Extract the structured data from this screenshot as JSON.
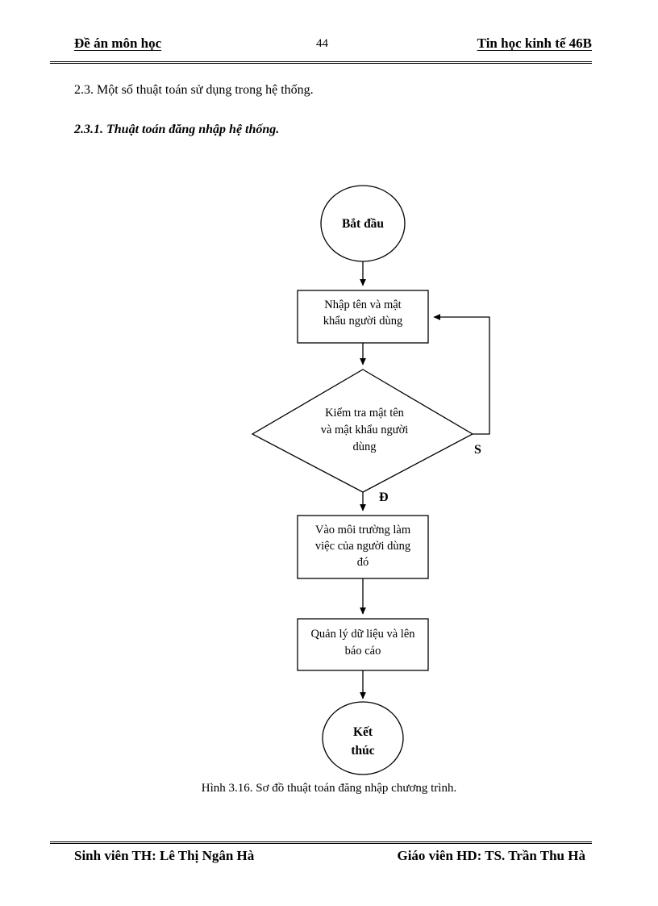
{
  "header": {
    "left_text": "Đề án môn học",
    "page_number": "44",
    "right_text": "Tin học kinh tế 46B"
  },
  "body": {
    "section_23": "2.3. Một số thuật toán sử dụng trong hệ thống.",
    "section_231": "2.3.1. Thuật toán đăng nhập hệ thống."
  },
  "flowchart": {
    "start": {
      "label": "Bắt đầu"
    },
    "input_box": {
      "line1": "Nhập tên và mật",
      "line2": "khẩu người dùng"
    },
    "decision": {
      "line1": "Kiểm tra mật tên",
      "line2": "và mật khẩu người",
      "line3": "dùng"
    },
    "branch_false_label": "S",
    "branch_true_label": "Đ",
    "env_box": {
      "line1": "Vào môi trường làm",
      "line2": "việc của người dùng",
      "line3": "đó"
    },
    "manage_box": {
      "line1": "Quản lý dữ liệu và lên",
      "line2": "báo cáo"
    },
    "end": {
      "line1": "Kết",
      "line2": "thúc"
    },
    "caption": "Hình 3.16. Sơ đồ thuật toán đăng nhập chương trình."
  },
  "footer": {
    "left_text": "Sinh viên TH: Lê Thị Ngân Hà",
    "right_text": "Giáo viên HD: TS. Trần Thu Hà"
  },
  "colors": {
    "ink": "#000000",
    "paper": "#ffffff"
  }
}
